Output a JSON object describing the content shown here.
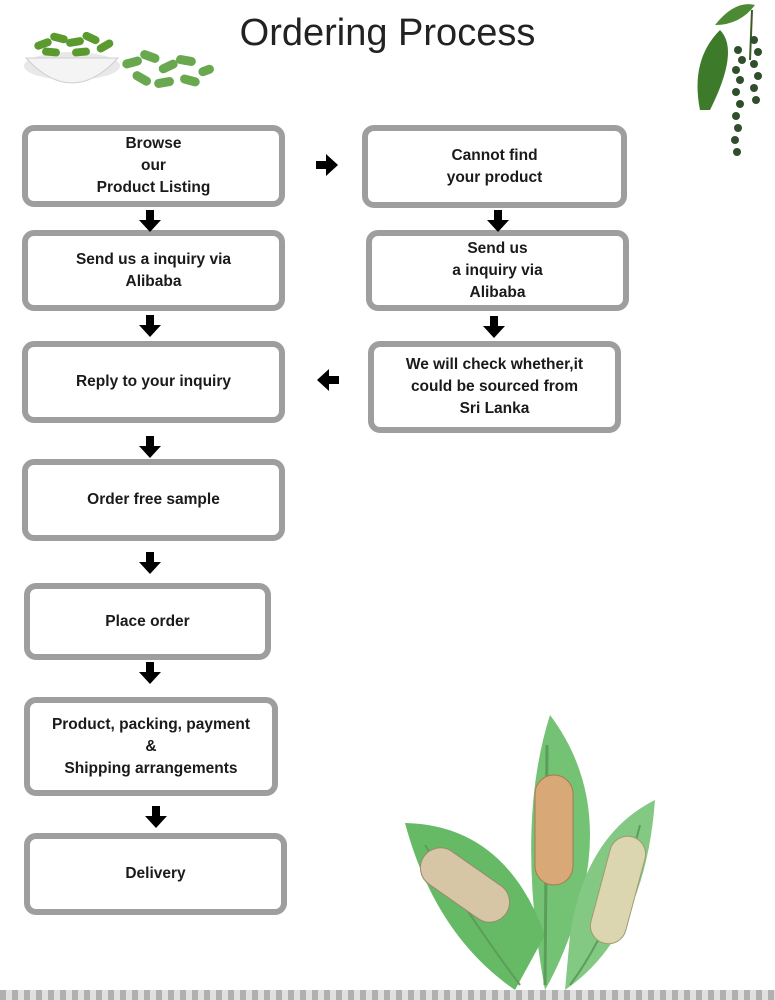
{
  "title": "Ordering Process",
  "steps": {
    "browse": "Browse\nour\nProduct Listing",
    "cannot_find": "Cannot find\nyour product",
    "send_inquiry_left": "Send us a inquiry via\nAlibaba",
    "send_inquiry_right": "Send us\na inquiry via\nAlibaba",
    "check_source": "We will check whether,it\ncould be sourced from\nSri Lanka",
    "reply": "Reply to your inquiry",
    "free_sample": "Order free sample",
    "place_order": "Place order",
    "arrangements": "Product, packing, payment\n&\nShipping arrangements",
    "delivery": "Delivery"
  },
  "colors": {
    "box_border": "#9e9e9e",
    "arrow": "#000000",
    "leaf_green": "#4caf50",
    "capsule_green": "#6aa84f"
  },
  "decorations": {
    "top_left": "green-capsules-bowl-image",
    "top_right": "pepper-vine-image",
    "bottom_right": "capsules-on-leaves-image"
  }
}
